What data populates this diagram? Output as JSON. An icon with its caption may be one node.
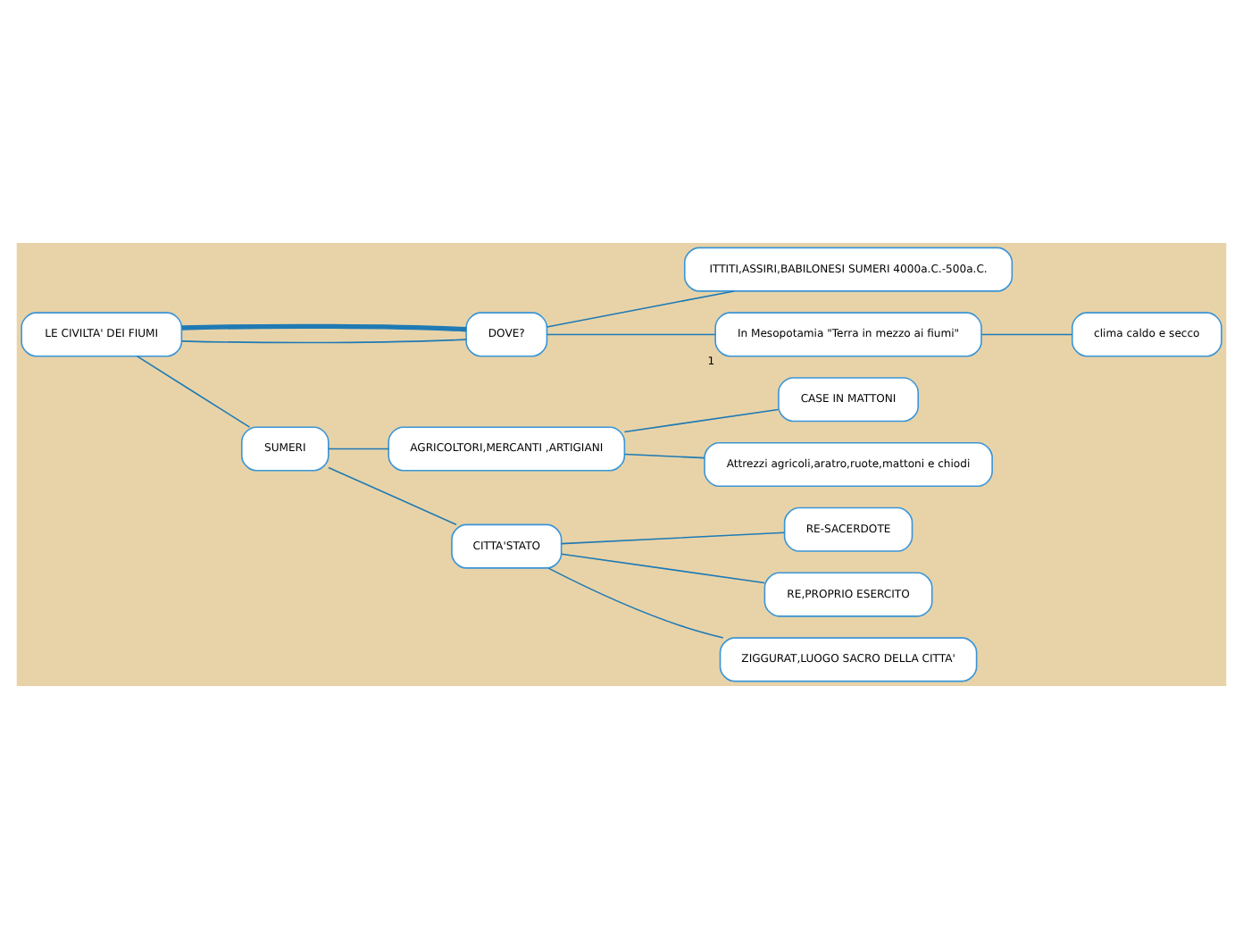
{
  "diagram": {
    "nodes": [
      {
        "text": [
          "LE CIVILTA' DEI FIUMI"
        ]
      },
      {
        "text": [
          "DOVE?"
        ]
      },
      {
        "text": [
          "ITTITI,ASSIRI,BABILONESI SUMERI 4000a.C.-500a.C."
        ]
      },
      {
        "text": [
          "In Mesopotamia \"Terra in mezzo ai fiumi\""
        ],
        "beside": [
          "1"
        ]
      },
      {
        "text": [
          "clima caldo e secco"
        ]
      },
      {
        "text": [
          "SUMERI"
        ]
      },
      {
        "text": [
          "AGRICOLTORI,MERCANTI ,ARTIGIANI"
        ]
      },
      {
        "text": [
          "CASE IN MATTONI"
        ]
      },
      {
        "text": [
          "Attrezzi agricoli,aratro,ruote,mattoni e chiodi"
        ]
      },
      {
        "text": [
          "CITTA'STATO"
        ]
      },
      {
        "text": [
          "RE-SACERDOTE"
        ]
      },
      {
        "text": [
          "RE,PROPRIO ESERCITO"
        ]
      },
      {
        "text": [
          "ZIGGURAT,LUOGO SACRO DELLA CITTA'"
        ]
      }
    ],
    "edges": [
      {
        "from": 0,
        "to": 1,
        "arrow": "none"
      },
      {
        "from": 0,
        "to": 1,
        "arrow": "none",
        "style": "thick"
      },
      {
        "from": 1,
        "to": 2,
        "arrow": "none"
      },
      {
        "from": 1,
        "to": 3,
        "arrow": "none"
      },
      {
        "from": 3,
        "to": 4,
        "arrow": "none"
      },
      {
        "from": 0,
        "to": 5,
        "arrow": "none"
      },
      {
        "from": 5,
        "to": 6,
        "arrow": "none"
      },
      {
        "from": 6,
        "to": 7,
        "arrow": "none"
      },
      {
        "from": 6,
        "to": 8,
        "arrow": "none"
      },
      {
        "from": 5,
        "to": 9,
        "arrow": "none"
      },
      {
        "from": 9,
        "to": 10,
        "arrow": "none"
      },
      {
        "from": 9,
        "to": 11,
        "arrow": "none"
      },
      {
        "from": 9,
        "to": 12,
        "arrow": "none"
      }
    ]
  }
}
